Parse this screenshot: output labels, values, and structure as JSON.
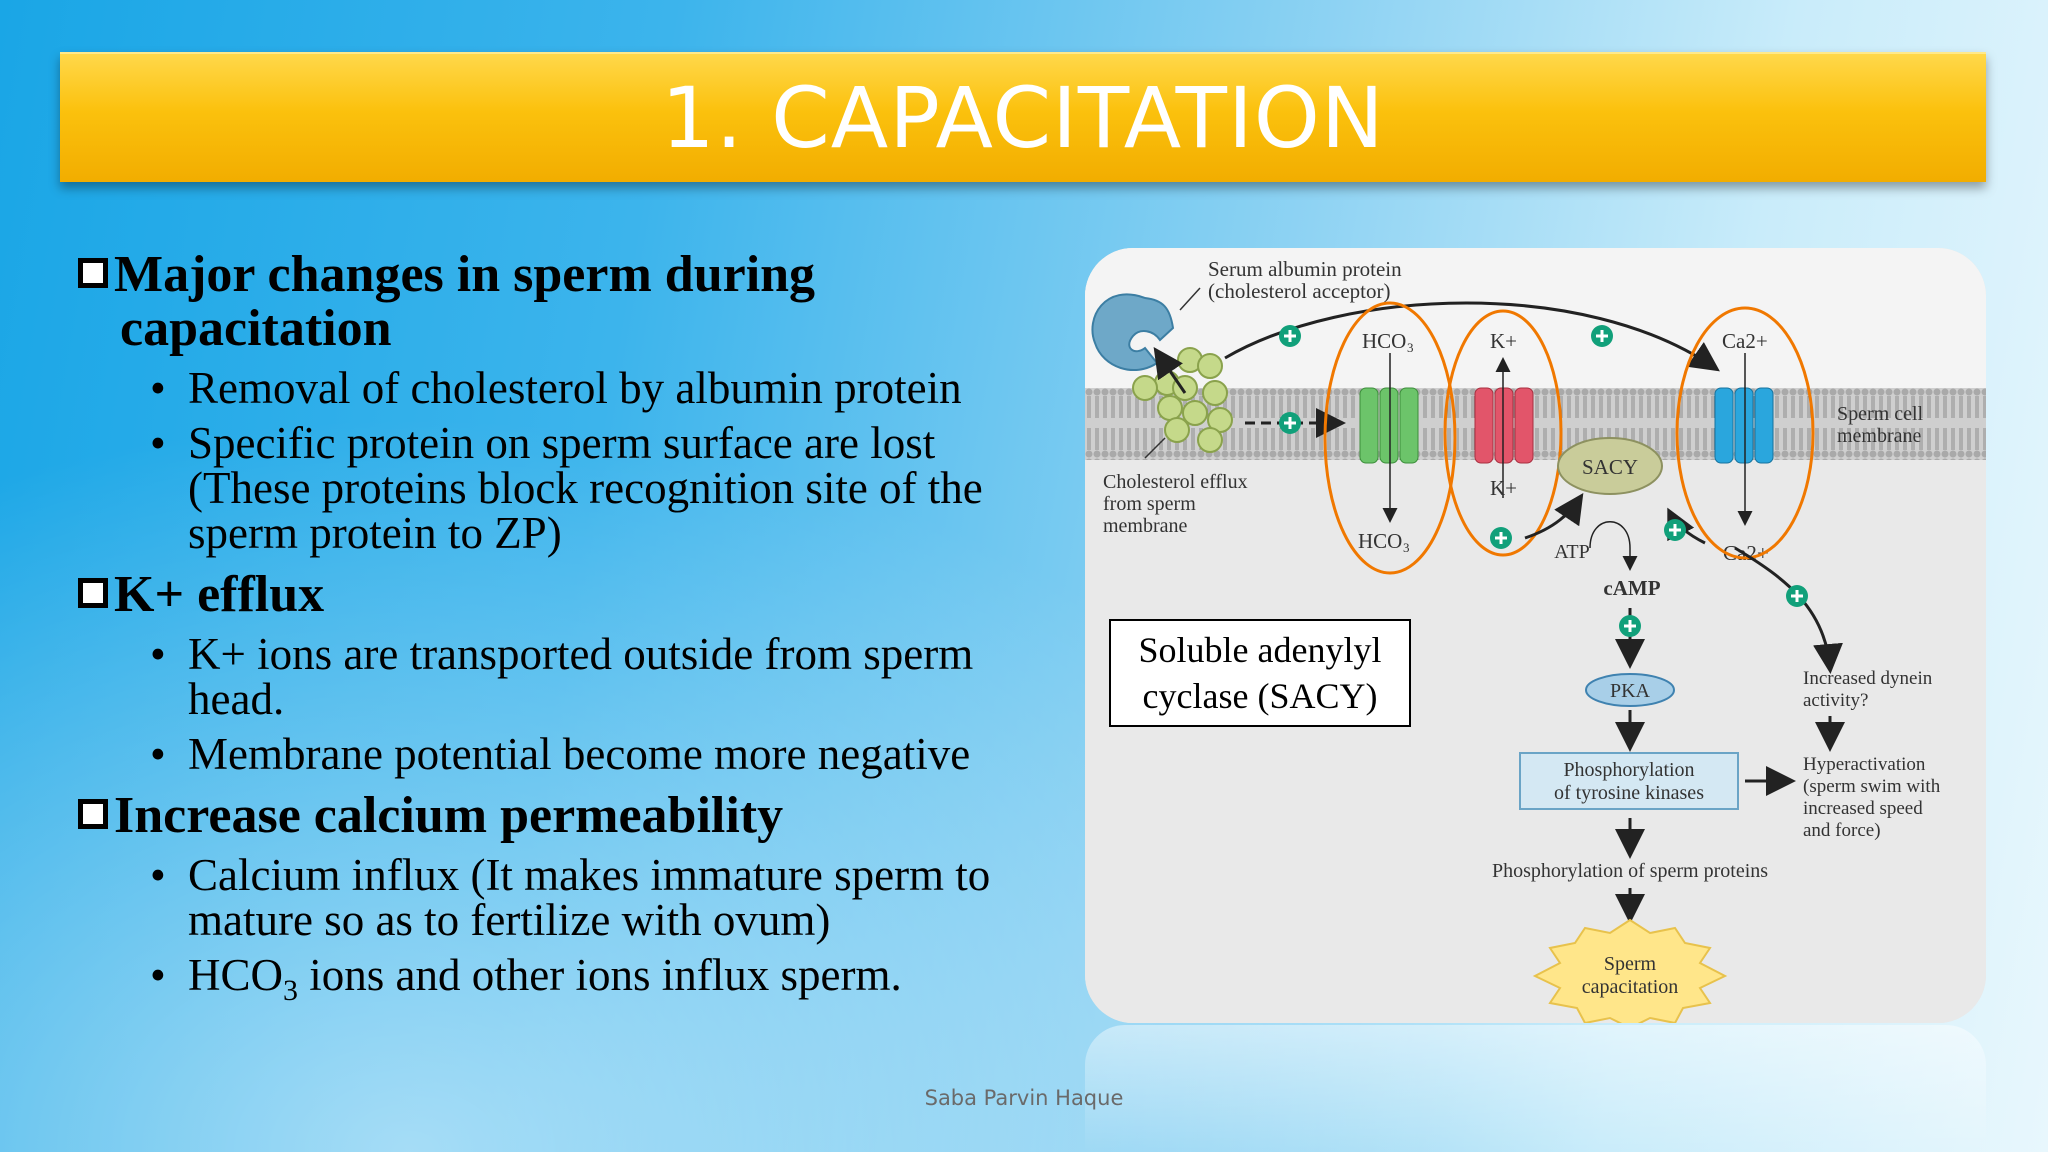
{
  "slide": {
    "title": "1.   CAPACITATION",
    "footer": "Saba Parvin Haque"
  },
  "sections": [
    {
      "heading_line1": "Major changes in sperm during",
      "heading_line2": "capacitation",
      "bullets": [
        "Removal of cholesterol by albumin protein",
        "Specific protein on sperm surface are lost (These proteins block recognition site of the sperm protein to ZP)"
      ]
    },
    {
      "heading_line1": "K+ efflux",
      "bullets": [
        "K+ ions are transported outside from sperm head.",
        "Membrane potential become more negative"
      ]
    },
    {
      "heading_line1": "Increase calcium permeability",
      "bullets": [
        "Calcium influx (It makes immature sperm to mature so as to fertilize with ovum)",
        "HCO",
        "3",
        " ions and other ions influx sperm."
      ]
    }
  ],
  "diagram": {
    "serum_label_1": "Serum albumin protein",
    "serum_label_2": "(cholesterol acceptor)",
    "hco3_top": "HCO",
    "hco3_bottom": "HCO",
    "k_top": "K+",
    "k_bottom": "K+",
    "ca_top": "Ca2+",
    "ca_bottom": "Ca2+",
    "membrane_1": "Sperm cell",
    "membrane_2": "membrane",
    "efflux_1": "Cholesterol efflux",
    "efflux_2": "from sperm",
    "efflux_3": "membrane",
    "sacy": "SACY",
    "atp": "ATP",
    "camp": "cAMP",
    "pka": "PKA",
    "sacy_box_1": "Soluble adenylyl",
    "sacy_box_2": "cyclase (SACY)",
    "tyr_1": "Phosphorylation",
    "tyr_2": "of tyrosine kinases",
    "dynein_1": "Increased dynein",
    "dynein_2": "activity?",
    "hyper_1": "Hyperactivation",
    "hyper_2": "(sperm swim with",
    "hyper_3": "increased speed",
    "hyper_4": "and force)",
    "sperm_proteins": "Phosphorylation of sperm proteins",
    "cap_1": "Sperm",
    "cap_2": "capacitation",
    "colors": {
      "green_channel": "#6cc46a",
      "red_channel": "#e2556a",
      "blue_channel": "#2aa6dd",
      "highlight": "#f07800",
      "plus": "#11a07a"
    }
  }
}
